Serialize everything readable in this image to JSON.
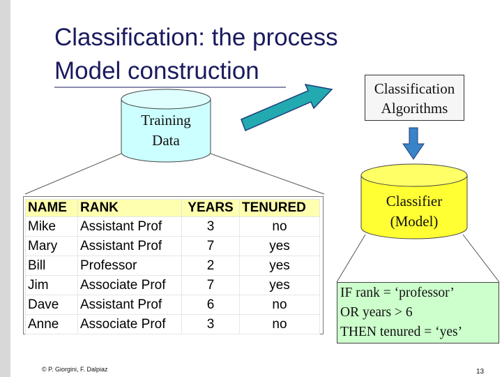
{
  "title": {
    "line1": "Classification: the process",
    "line2": "Model construction"
  },
  "training_data": {
    "line1": "Training",
    "line2": "Data"
  },
  "algorithms": {
    "line1": "Classification",
    "line2": "Algorithms"
  },
  "classifier": {
    "line1": "Classifier",
    "line2": "(Model)"
  },
  "table": {
    "headers": [
      "NAME",
      "RANK",
      "YEARS",
      "TENURED"
    ],
    "rows": [
      [
        "Mike",
        "Assistant Prof",
        "3",
        "no"
      ],
      [
        "Mary",
        "Assistant Prof",
        "7",
        "yes"
      ],
      [
        "Bill",
        "Professor",
        "2",
        "yes"
      ],
      [
        "Jim",
        "Associate Prof",
        "7",
        "yes"
      ],
      [
        "Dave",
        "Assistant Prof",
        "6",
        "no"
      ],
      [
        "Anne",
        "Associate Prof",
        "3",
        "no"
      ]
    ]
  },
  "rule": {
    "line1": "IF rank = ‘professor’",
    "line2": "OR years > 6",
    "line3": "THEN tenured = ‘yes’"
  },
  "footer": "© P. Giorgini, F. Dalpiaz",
  "page_number": "13",
  "colors": {
    "title": "#1a1a5e",
    "training_cylinder": "#ccffff",
    "classifier_cylinder": "#ffff33",
    "green_arrow": "#22aab0",
    "down_arrow": "#3a83c8",
    "rule_box": "#ccffcc",
    "table_header": "#ffffb0"
  }
}
